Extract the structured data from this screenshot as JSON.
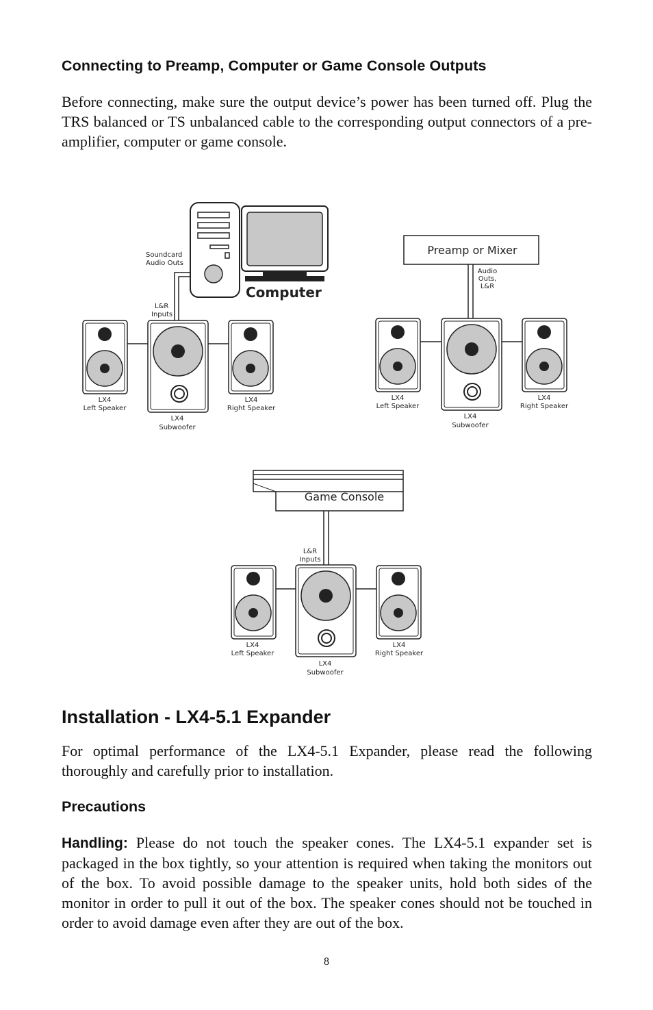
{
  "section1": {
    "heading": "Connecting to Preamp, Computer or Game Console Outputs",
    "paragraph": "Before connecting, make sure the output device’s power has been turned off. Plug the TRS balanced or TS unbalanced cable to the corresponding output connectors of a pre-amplifier, computer or game console."
  },
  "diagram_computer": {
    "device_label": "Computer",
    "outputs_label_line1": "Soundcard",
    "outputs_label_line2": "Audio Outs",
    "inputs_label_line1": "L&R",
    "inputs_label_line2": "Inputs",
    "left": {
      "line1": "LX4",
      "line2": "Left Speaker"
    },
    "sub": {
      "line1": "LX4",
      "line2": "Subwoofer"
    },
    "right": {
      "line1": "LX4",
      "line2": "Right Speaker"
    }
  },
  "diagram_preamp": {
    "device_label": "Preamp or Mixer",
    "outputs_label_line1": "Audio",
    "outputs_label_line2": "Outs,",
    "outputs_label_line3": "L&R",
    "left": {
      "line1": "LX4",
      "line2": "Left Speaker"
    },
    "sub": {
      "line1": "LX4",
      "line2": "Subwoofer"
    },
    "right": {
      "line1": "LX4",
      "line2": "Right Speaker"
    }
  },
  "diagram_console": {
    "device_label": "Game Console",
    "inputs_label_line1": "L&R",
    "inputs_label_line2": "Inputs",
    "left": {
      "line1": "LX4",
      "line2": "Left Speaker"
    },
    "sub": {
      "line1": "LX4",
      "line2": "Subwoofer"
    },
    "right": {
      "line1": "LX4",
      "line2": "Right Speaker"
    }
  },
  "section2": {
    "heading": "Installation - LX4-5.1 Expander",
    "paragraph": "For optimal performance of the LX4-5.1 Expander, please read the following thoroughly and carefully prior to installation."
  },
  "section3": {
    "heading": "Precautions",
    "handling_lead": "Handling:",
    "handling_text": " Please do not touch the speaker cones. The LX4-5.1 expander set is packaged in the box tightly, so your attention is required when taking the monitors out of the box. To avoid possible damage to the speaker units, hold both sides of the monitor in order to pull it out of the box. The speaker cones should not be touched in order to avoid damage even after they are out of the box."
  },
  "footer": {
    "page_number": "8"
  }
}
